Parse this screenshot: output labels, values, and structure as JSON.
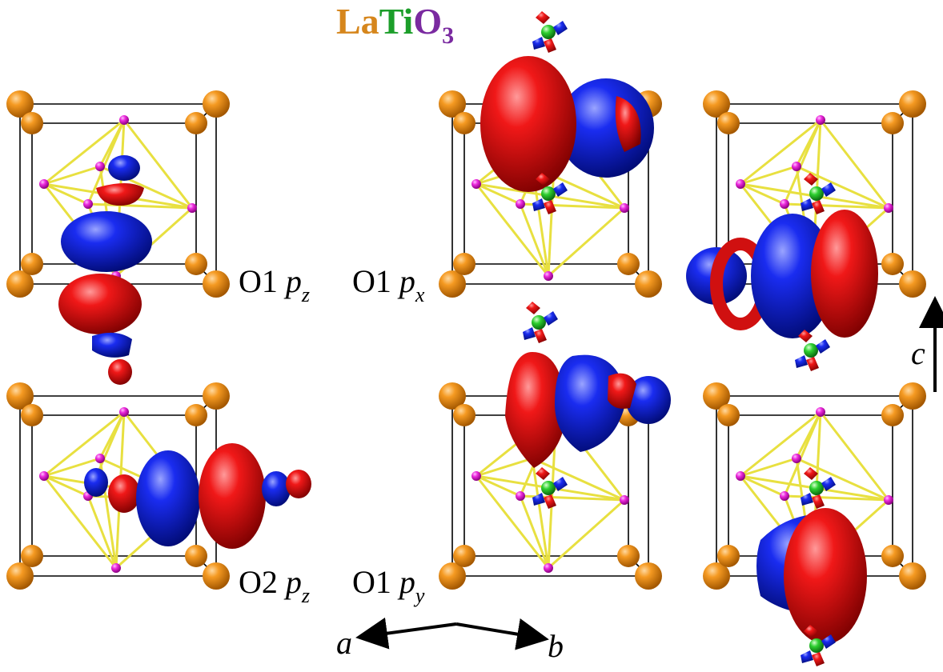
{
  "title": {
    "la": "La",
    "ti": "Ti",
    "o": "O",
    "sub": "3"
  },
  "panels": [
    {
      "site": "O1",
      "orbital": "p",
      "sub": "z"
    },
    {
      "site": "O1",
      "orbital": "p",
      "sub": "x"
    },
    {
      "site": "O2",
      "orbital": "p",
      "sub": "z"
    },
    {
      "site": "O1",
      "orbital": "p",
      "sub": "y"
    }
  ],
  "axes": {
    "a": "a",
    "b": "b",
    "c": "c"
  },
  "colors": {
    "la_atom": "#f0901c",
    "ti_atom": "#22c02a",
    "o_atom": "#e020d0",
    "bond": "#e8e040",
    "cell_edge": "#000000",
    "lobe_positive": "#e01010",
    "lobe_negative": "#1020e0"
  }
}
